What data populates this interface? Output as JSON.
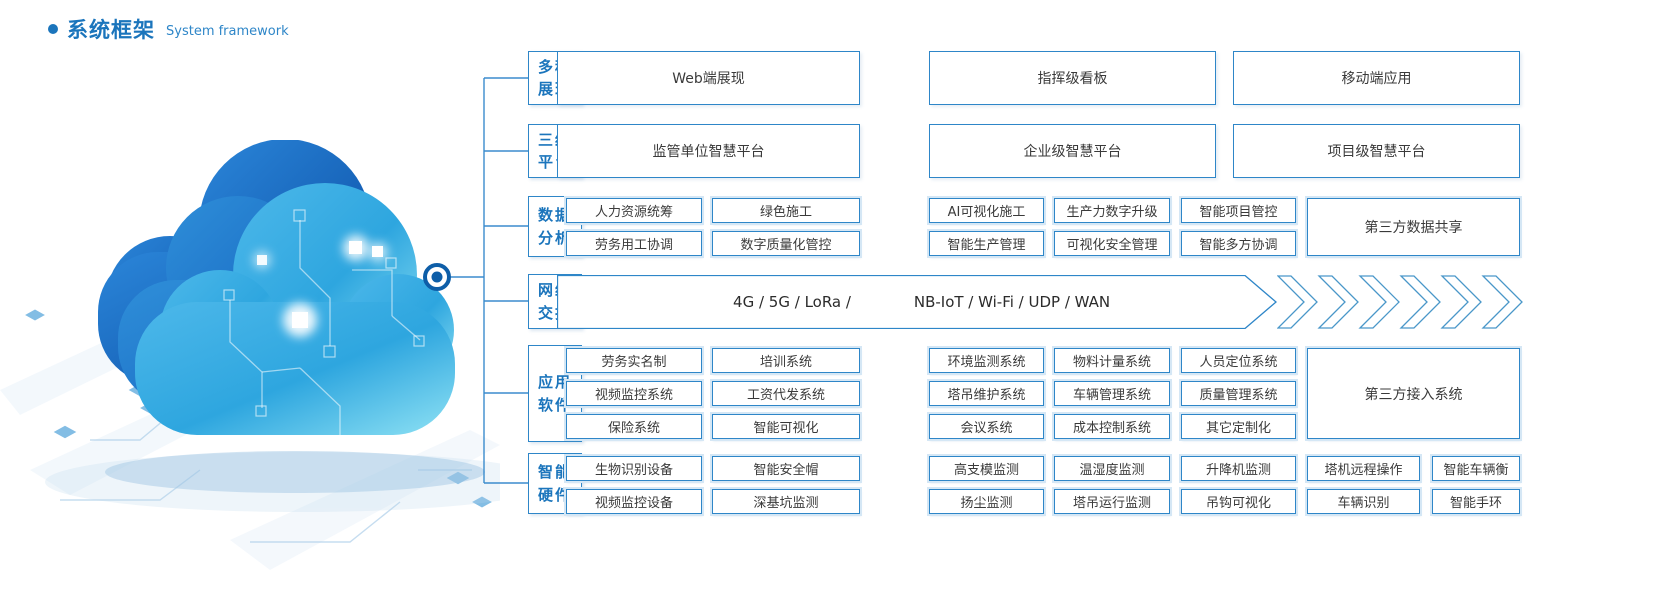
{
  "title": {
    "zh": "系统框架",
    "en": "System framework",
    "bullet_icon": "dot"
  },
  "colors": {
    "accent": "#1b75bc",
    "border": "#2e86c8",
    "halo": "#d5e7f5",
    "text": "#3a3a3a"
  },
  "rows": [
    {
      "id": "multi-display",
      "type": "wide",
      "label": [
        "多种",
        "展现"
      ],
      "items": [
        "Web端展现",
        "指挥级看板",
        "移动端应用"
      ]
    },
    {
      "id": "three-level-platform",
      "type": "wide",
      "label": [
        "三级",
        "平台"
      ],
      "items": [
        "监管单位智慧平台",
        "企业级智慧平台",
        "项目级智慧平台"
      ]
    },
    {
      "id": "data-analysis",
      "type": "grid",
      "label": [
        "数据",
        "分析"
      ],
      "lines": [
        [
          "人力资源统筹",
          "绿色施工",
          "AI可视化施工",
          "生产力数字升级",
          "智能项目管控"
        ],
        [
          "劳务用工协调",
          "数字质量化管控",
          "智能生产管理",
          "可视化安全管理",
          "智能多方协调"
        ]
      ],
      "side": "第三方数据共享"
    },
    {
      "id": "network-exchange",
      "type": "band",
      "label": [
        "网络",
        "交换"
      ],
      "text_left": "4G / 5G / LoRa /",
      "text_right": "NB-IoT / Wi-Fi / UDP / WAN",
      "chevrons": 6
    },
    {
      "id": "application-software",
      "type": "grid",
      "label": [
        "应用",
        "软件"
      ],
      "lines": [
        [
          "劳务实名制",
          "培训系统",
          "环境监测系统",
          "物料计量系统",
          "人员定位系统"
        ],
        [
          "视频监控系统",
          "工资代发系统",
          "塔吊维护系统",
          "车辆管理系统",
          "质量管理系统"
        ],
        [
          "保险系统",
          "智能可视化",
          "会议系统",
          "成本控制系统",
          "其它定制化"
        ]
      ],
      "side": "第三方接入系统"
    },
    {
      "id": "smart-hardware",
      "type": "grid7",
      "label": [
        "智能",
        "硬件"
      ],
      "lines": [
        [
          "生物识别设备",
          "智能安全帽",
          "高支模监测",
          "温湿度监测",
          "升降机监测",
          "塔机远程操作",
          "智能车辆衡"
        ],
        [
          "视频监控设备",
          "深基坑监测",
          "扬尘监测",
          "塔吊运行监测",
          "吊钩可视化",
          "车辆识别",
          "智能手环"
        ]
      ]
    }
  ]
}
